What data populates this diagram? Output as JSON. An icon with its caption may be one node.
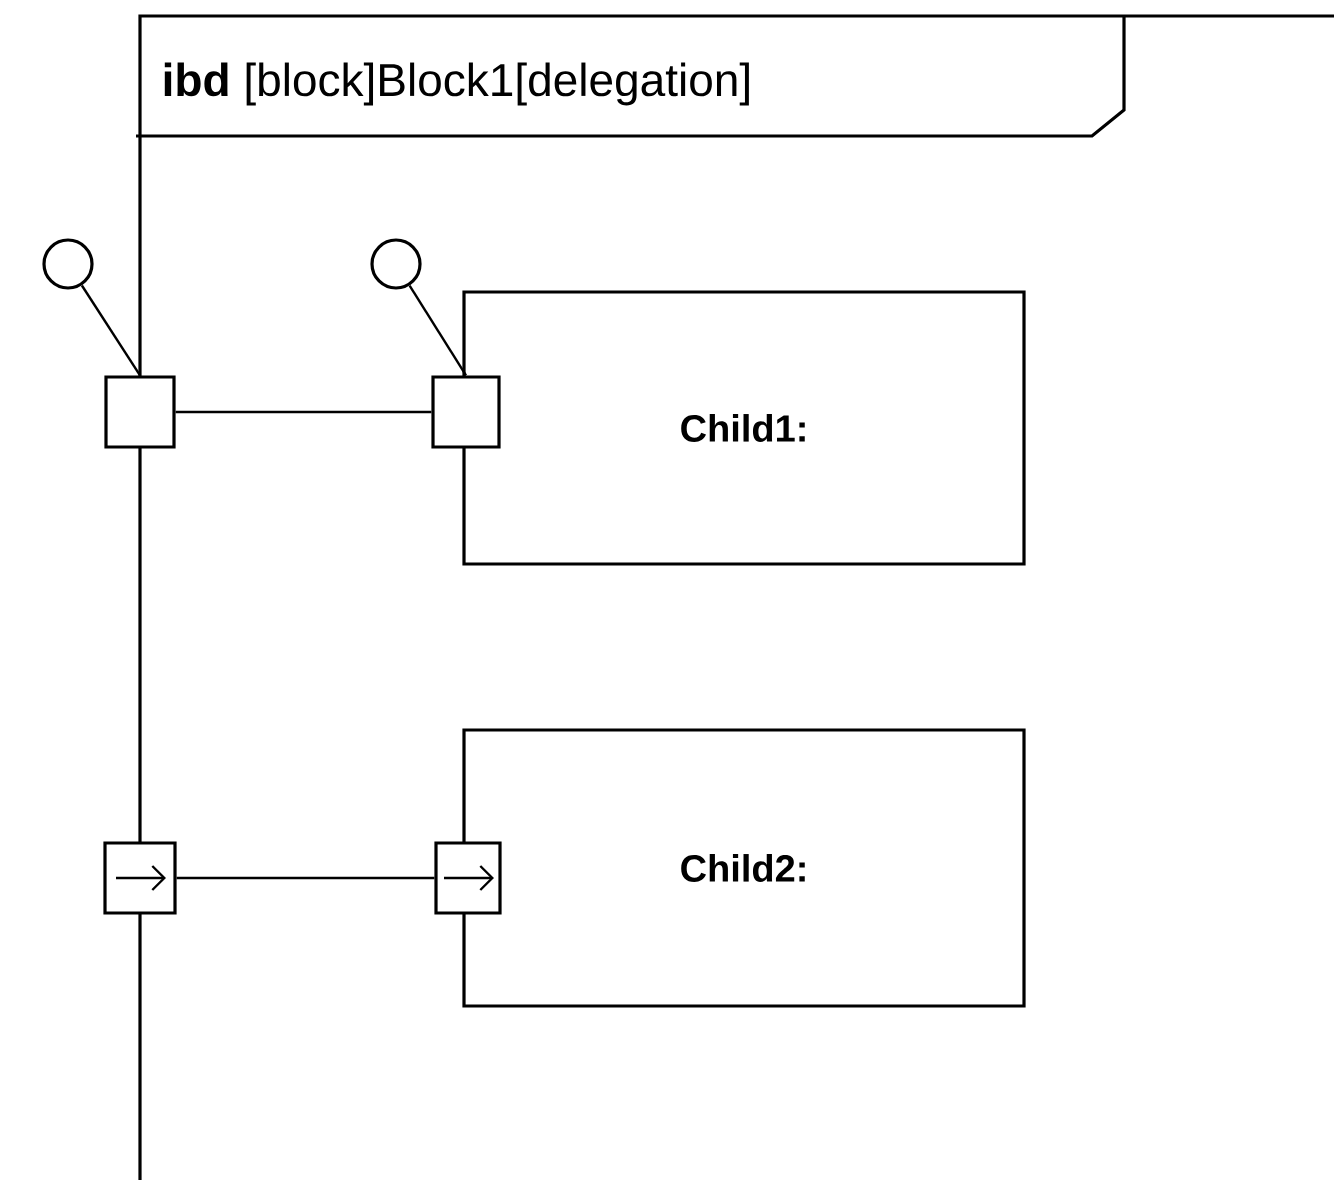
{
  "diagram": {
    "nodes": [
      {
        "text": [
          "**ibd** [block]Block1[delegation]"
        ]
      },
      {
        "text": [
          "Child1:"
        ],
        "in": 0
      },
      {
        "text": [
          "Child2:"
        ],
        "in": 0
      },
      {
        "text": [],
        "shape": "circle"
      },
      {
        "text": [],
        "shape": "circle",
        "in": 0
      },
      {
        "text": [],
        "shape": "box"
      },
      {
        "text": [],
        "shape": "box",
        "in": 0
      },
      {
        "text": [],
        "shape": "box"
      },
      {
        "text": [],
        "shape": "box",
        "in": 0
      }
    ],
    "edges": [
      {
        "from": 3,
        "to": 5,
        "arrow": "none"
      },
      {
        "from": 4,
        "to": 6,
        "arrow": "none"
      },
      {
        "from": 5,
        "to": 6,
        "arrow": "none"
      },
      {
        "from": 7,
        "to": 8,
        "arrow": "none"
      }
    ]
  }
}
